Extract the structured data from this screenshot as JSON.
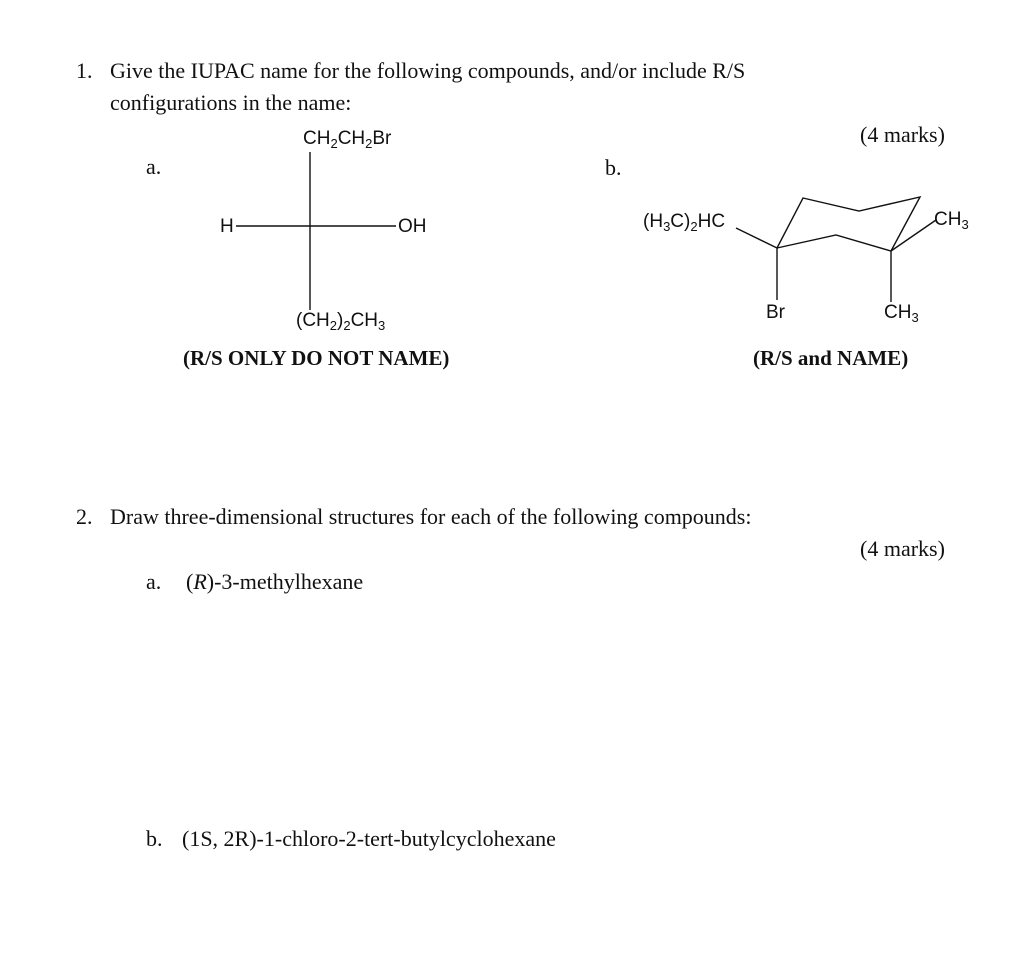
{
  "q1": {
    "number": "1.",
    "line1": "Give the IUPAC name for the following compounds, and/or include R/S",
    "line2": "configurations in the name:",
    "marks": "(4 marks)",
    "a": {
      "label": "a.",
      "top_group": [
        "CH",
        "2",
        "CH",
        "2",
        "Br"
      ],
      "left_group": "H",
      "right_group": "OH",
      "bottom_group": [
        "(CH",
        "2",
        ")",
        "2",
        "CH",
        "3"
      ],
      "caption": "(R/S ONLY DO NOT NAME)"
    },
    "b": {
      "label": "b.",
      "left_substituent": [
        "(H",
        "3",
        "C)",
        "2",
        "HC"
      ],
      "right_substituent": [
        "CH",
        "3"
      ],
      "bromo": "Br",
      "methyl_bottom": [
        "CH",
        "3"
      ],
      "caption": "(R/S and NAME)"
    }
  },
  "q2": {
    "number": "2.",
    "line1": "Draw three-dimensional structures for each of the following compounds:",
    "marks": "(4 marks)",
    "a": {
      "label": "a.",
      "prefix": "(",
      "italic": "R",
      "text": ")-3-methylhexane"
    },
    "b": {
      "label": "b.",
      "text": "(1S, 2R)-1-chloro-2-tert-butylcyclohexane"
    }
  }
}
